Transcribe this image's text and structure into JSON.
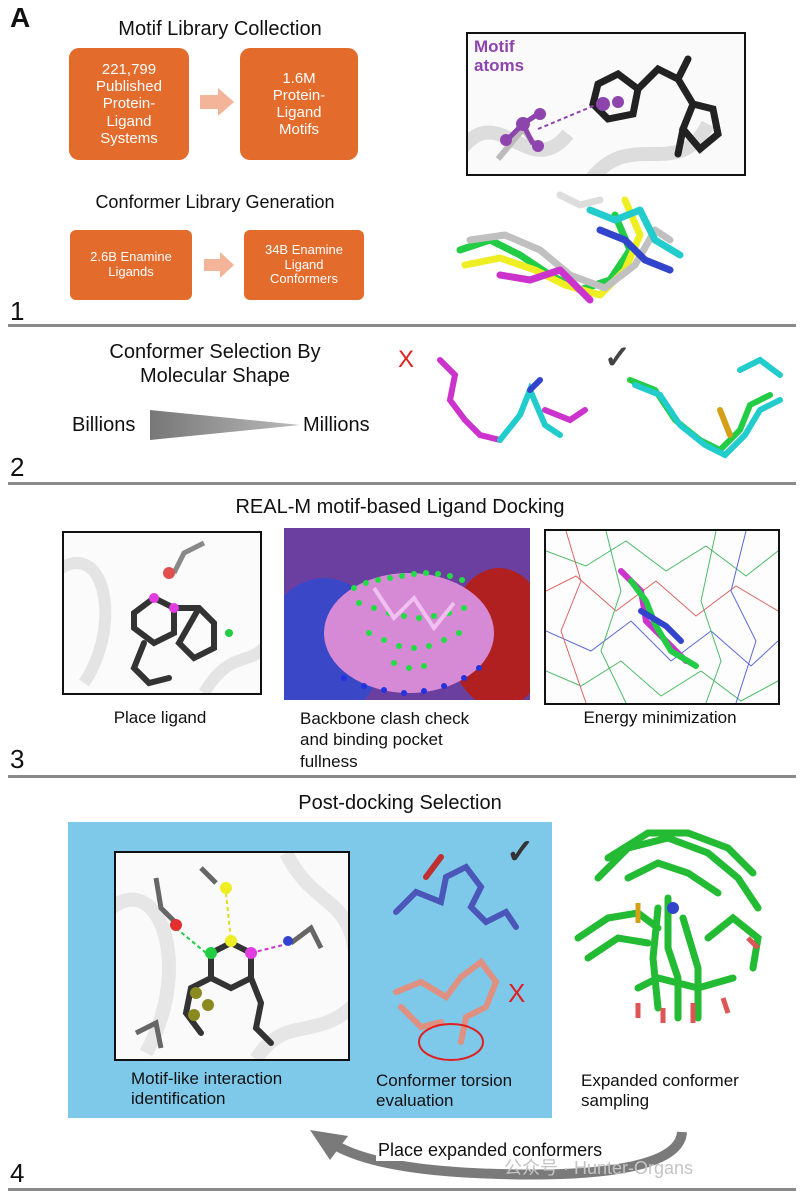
{
  "panel_label": "A",
  "colors": {
    "box": "#e36b2c",
    "arrow_light": "#f3b49a",
    "blue_bg": "#7ec8ea",
    "separator": "#8a8a8a",
    "x_mark": "#e02020",
    "motif_purple": "#8e44ad"
  },
  "section1": {
    "number": "1",
    "motif_title": "Motif Library Collection",
    "box_published": "221,799\nPublished\nProtein-\nLigand\nSystems",
    "box_motifs": "1.6M\nProtein-\nLigand\nMotifs",
    "motif_label": "Motif\natoms",
    "conformer_title": "Conformer Library Generation",
    "box_ligands": "2.6B Enamine\nLigands",
    "box_conformers": "34B Enamine\nLigand\nConformers"
  },
  "section2": {
    "number": "2",
    "title": "Conformer Selection By\nMolecular Shape",
    "left_label": "Billions",
    "right_label": "Millions",
    "reject_mark": "X",
    "accept_mark": "✓"
  },
  "section3": {
    "number": "3",
    "title": "REAL-M motif-based Ligand Docking",
    "cap_place": "Place ligand",
    "cap_clash": "Backbone clash check\nand binding pocket\nfullness",
    "cap_energy": "Energy minimization"
  },
  "section4": {
    "number": "4",
    "title": "Post-docking Selection",
    "cap_motif": "Motif-like interaction\nidentification",
    "cap_torsion": "Conformer torsion\nevaluation",
    "cap_expanded": "Expanded conformer\nsampling",
    "loop_label": "Place expanded conformers",
    "accept_mark": "✓",
    "reject_mark": "X"
  },
  "watermark": "公众号 · Hunter-Organs"
}
